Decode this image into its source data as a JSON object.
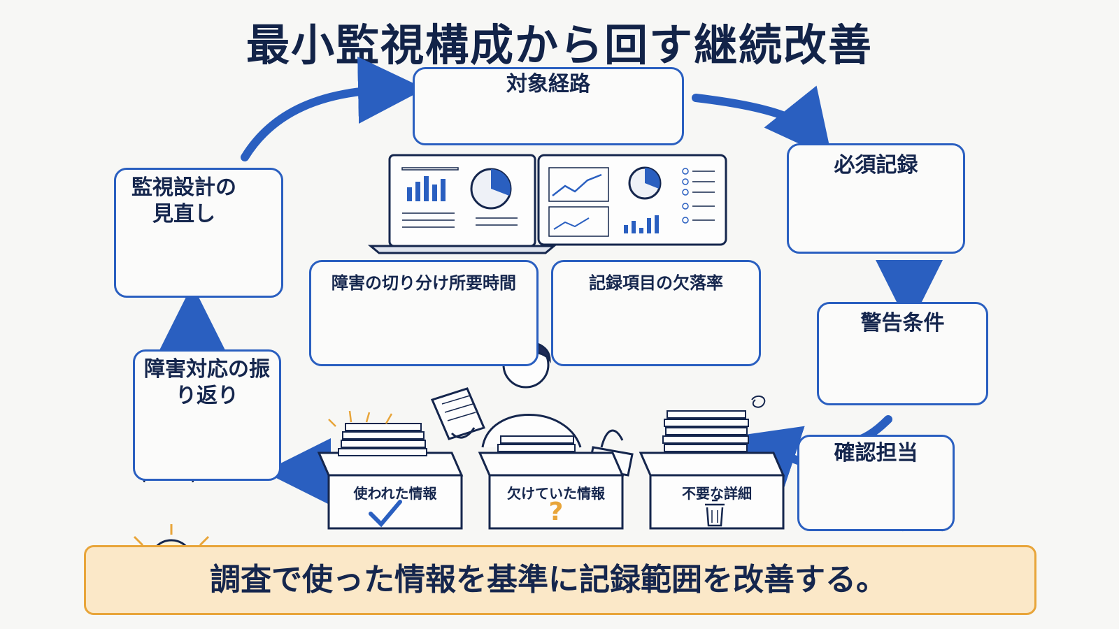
{
  "title": "最小監視構成から回す継続改善",
  "cycle": {
    "target_path": "対象経路",
    "required_records": "必須記録",
    "alert_conditions": "警告条件",
    "owner": "確認担当",
    "incident_review": "障害対応の振り返り",
    "monitoring_review": "監視設計の見直し"
  },
  "metrics": {
    "isolation_time": "障害の切り分け所要時間",
    "missing_rate": "記録項目の欠落率"
  },
  "crates": {
    "used": "使われた情報",
    "missing": "欠けていた情報",
    "unneeded": "不要な詳細"
  },
  "question_mark": "?",
  "banner": "調査で使った情報を基準に記録範囲を改善する。",
  "colors": {
    "accent": "#2a5fc0",
    "ink": "#15264d",
    "banner_fill": "#fbe8c8",
    "banner_border": "#e8a53a",
    "bell": "#f0a030"
  }
}
